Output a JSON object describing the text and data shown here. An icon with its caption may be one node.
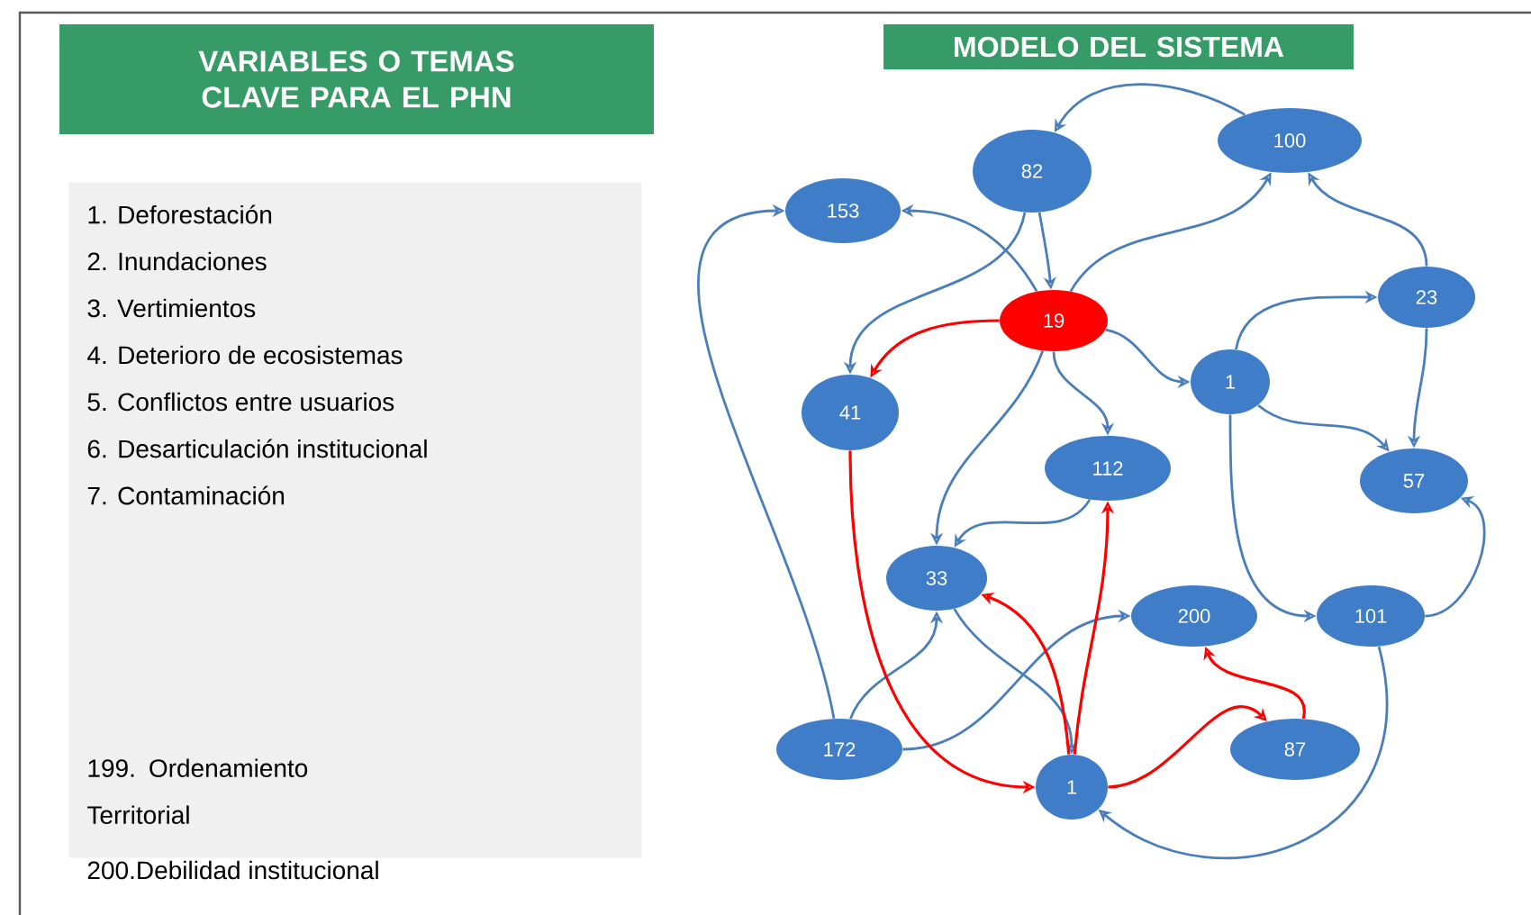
{
  "diagram": {
    "nodes": [
      {
        "text": [
          "VARIABLES O TEMAS CLAVE PARA EL PHN"
        ]
      },
      {
        "text": [
          "1. Deforestación",
          "2. Inundaciones",
          "3. Vertimientos",
          "4. Deterioro de ecosistemas",
          "5. Conflictos entre usuarios",
          "6. Desarticulación institucional",
          "7. Contaminación",
          "199. Ordenamiento Territorial",
          "200.Debilidad institucional"
        ]
      },
      {
        "text": [
          "MODELO DEL SISTEMA"
        ]
      },
      {
        "text": [
          "82"
        ]
      },
      {
        "text": [
          "100"
        ]
      },
      {
        "text": [
          "153"
        ]
      },
      {
        "text": [
          "19"
        ]
      },
      {
        "text": [
          "23"
        ]
      },
      {
        "text": [
          "1"
        ]
      },
      {
        "text": [
          "41"
        ]
      },
      {
        "text": [
          "112"
        ]
      },
      {
        "text": [
          "57"
        ]
      },
      {
        "text": [
          "33"
        ]
      },
      {
        "text": [
          "200"
        ]
      },
      {
        "text": [
          "101"
        ]
      },
      {
        "text": [
          "172"
        ]
      },
      {
        "text": [
          "1"
        ]
      },
      {
        "text": [
          "87"
        ]
      }
    ],
    "edges": [
      {
        "from": 4,
        "to": 3,
        "arrow": "to"
      },
      {
        "from": 3,
        "to": 6,
        "arrow": "to"
      },
      {
        "from": 3,
        "to": 9,
        "arrow": "to"
      },
      {
        "from": 6,
        "to": 5,
        "arrow": "to"
      },
      {
        "from": 6,
        "to": 4,
        "arrow": "to"
      },
      {
        "from": 6,
        "to": 9,
        "arrow": "to",
        "color": "#ff0000"
      },
      {
        "from": 6,
        "to": 8,
        "arrow": "to"
      },
      {
        "from": 6,
        "to": 10,
        "arrow": "to"
      },
      {
        "from": 6,
        "to": 12,
        "arrow": "to"
      },
      {
        "from": 7,
        "to": 4,
        "arrow": "to"
      },
      {
        "from": 8,
        "to": 7,
        "arrow": "to"
      },
      {
        "from": 7,
        "to": 11,
        "arrow": "to"
      },
      {
        "from": 8,
        "to": 11,
        "arrow": "to"
      },
      {
        "from": 8,
        "to": 14,
        "arrow": "to"
      },
      {
        "from": 14,
        "to": 11,
        "arrow": "to"
      },
      {
        "from": 14,
        "to": 16,
        "arrow": "to"
      },
      {
        "from": 15,
        "to": 5,
        "arrow": "to"
      },
      {
        "from": 15,
        "to": 12,
        "arrow": "to"
      },
      {
        "from": 15,
        "to": 13,
        "arrow": "to"
      },
      {
        "from": 12,
        "to": 16,
        "arrow": "to"
      },
      {
        "from": 10,
        "to": 12,
        "arrow": "to"
      },
      {
        "from": 9,
        "to": 16,
        "arrow": "to",
        "color": "#ff0000"
      },
      {
        "from": 16,
        "to": 12,
        "arrow": "to",
        "color": "#ff0000"
      },
      {
        "from": 16,
        "to": 10,
        "arrow": "to",
        "color": "#ff0000"
      },
      {
        "from": 16,
        "to": 17,
        "arrow": "to",
        "color": "#ff0000"
      },
      {
        "from": 17,
        "to": 13,
        "arrow": "to",
        "color": "#ff0000"
      }
    ]
  }
}
